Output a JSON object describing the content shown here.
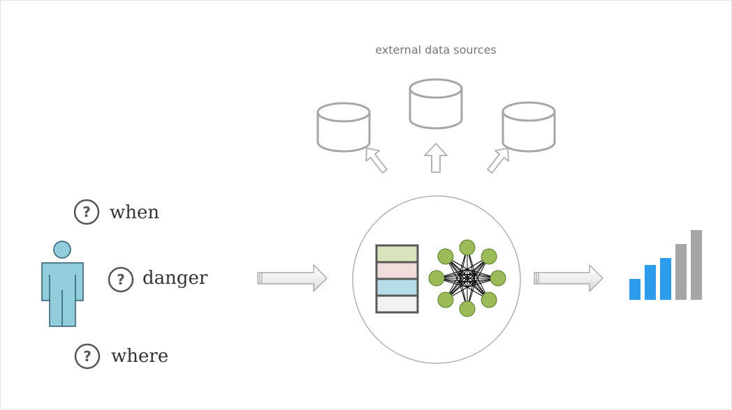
{
  "labels": {
    "sources_caption": "external data sources",
    "question_when": "when",
    "question_danger": "danger",
    "question_where": "where",
    "question_glyph": "?"
  },
  "colors": {
    "person": "#92cddc",
    "person_stroke": "#2d5a6b",
    "cylinder_stroke": "#a6a6a6",
    "up_arrow_stroke": "#b5b5b5",
    "arrow_fill": "#f1f1f1",
    "arrow_stroke": "#9a9a9a",
    "circle_stroke": "#b0b0b0",
    "table_row_1": "#d7e4bd",
    "table_row_2": "#f2dcdb",
    "table_row_3": "#b7dde8",
    "table_row_4": "#f2f2f2",
    "table_border": "#595959",
    "network_node": "#9bbb59",
    "network_node_stroke": "#5a7a2a",
    "network_edge": "#000000",
    "bar_blue": "#2e9cec",
    "bar_gray": "#a6a6a6"
  },
  "bar_chart": {
    "values": [
      3,
      5,
      6,
      8,
      10
    ],
    "colors": [
      "blue",
      "blue",
      "blue",
      "gray",
      "gray"
    ]
  }
}
